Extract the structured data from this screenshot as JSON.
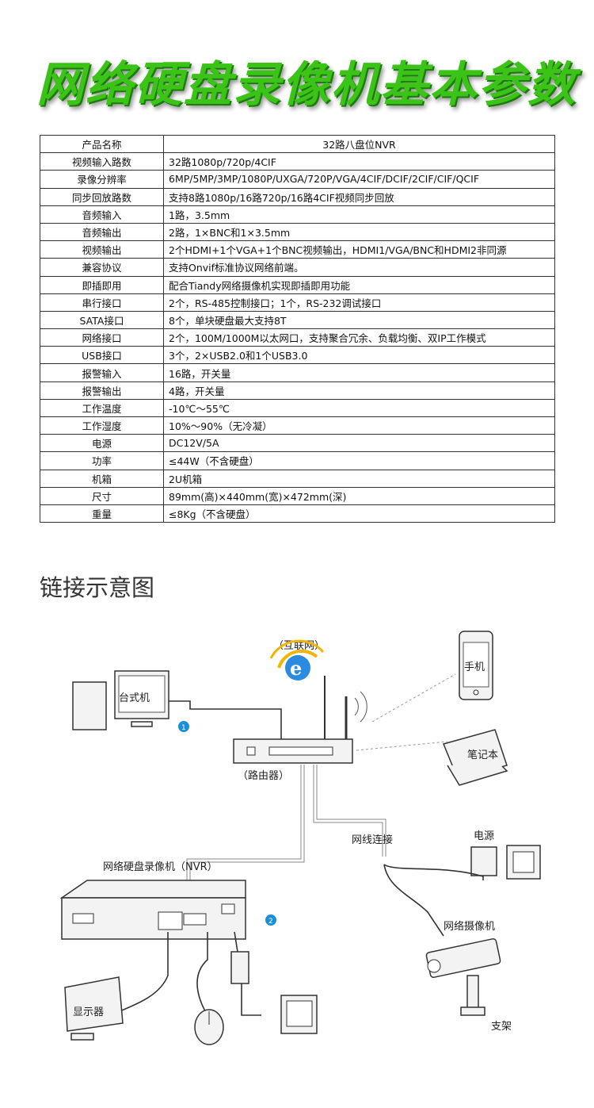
{
  "title": "网络硬盘录像机基本参数",
  "spec_rows": [
    {
      "k": "产品名称",
      "v": "32路八盘位NVR"
    },
    {
      "k": "视频输入路数",
      "v": "32路1080p/720p/4CIF"
    },
    {
      "k": "录像分辨率",
      "v": "6MP/5MP/3MP/1080P/UXGA/720P/VGA/4CIF/DCIF/2CIF/CIF/QCIF"
    },
    {
      "k": "同步回放路数",
      "v": "支持8路1080p/16路720p/16路4CIF视频同步回放"
    },
    {
      "k": "音频输入",
      "v": "1路，3.5mm"
    },
    {
      "k": "音频输出",
      "v": "2路，1×BNC和1×3.5mm"
    },
    {
      "k": "视频输出",
      "v": "2个HDMI+1个VGA+1个BNC视频输出，HDMI1/VGA/BNC和HDMI2非同源"
    },
    {
      "k": "兼容协议",
      "v": "支持Onvif标准协议网络前端。"
    },
    {
      "k": "即插即用",
      "v": "配合Tiandy网络摄像机实现即插即用功能"
    },
    {
      "k": "串行接口",
      "v": "2个，RS-485控制接口；1个，RS-232调试接口"
    },
    {
      "k": "SATA接口",
      "v": "8个，单块硬盘最大支持8T"
    },
    {
      "k": "网络接口",
      "v": "2个，100M/1000M以太网口，支持聚合冗余、负载均衡、双IP工作模式"
    },
    {
      "k": "USB接口",
      "v": "3个，2×USB2.0和1个USB3.0"
    },
    {
      "k": "报警输入",
      "v": "16路，开关量"
    },
    {
      "k": "报警输出",
      "v": "4路，开关量"
    },
    {
      "k": "工作温度",
      "v": "-10℃～55℃"
    },
    {
      "k": "工作湿度",
      "v": "10%～90%（无冷凝）"
    },
    {
      "k": "电源",
      "v": "DC12V/5A"
    },
    {
      "k": "功率",
      "v": "≤44W（不含硬盘）"
    },
    {
      "k": "机箱",
      "v": "2U机箱"
    },
    {
      "k": "尺寸",
      "v": "89mm(高)×440mm(宽)×472mm(深)"
    },
    {
      "k": "重量",
      "v": "≤8Kg（不含硬盘）"
    }
  ],
  "section_title": "链接示意图",
  "diagram": {
    "internet": "（互联网）",
    "phone": "手机",
    "desktop": "台式机",
    "laptop": "笔记本",
    "router": "（路由器）",
    "network_link": "网线连接",
    "power": "电源",
    "nvr": "网络硬盘录像机（NVR）",
    "camera": "网络摄像机",
    "monitor": "显示器",
    "bracket": "支架",
    "badge1": "1",
    "badge2": "2"
  },
  "colors": {
    "title_green": "#3cc318",
    "badge_blue": "#1a8fd8"
  }
}
